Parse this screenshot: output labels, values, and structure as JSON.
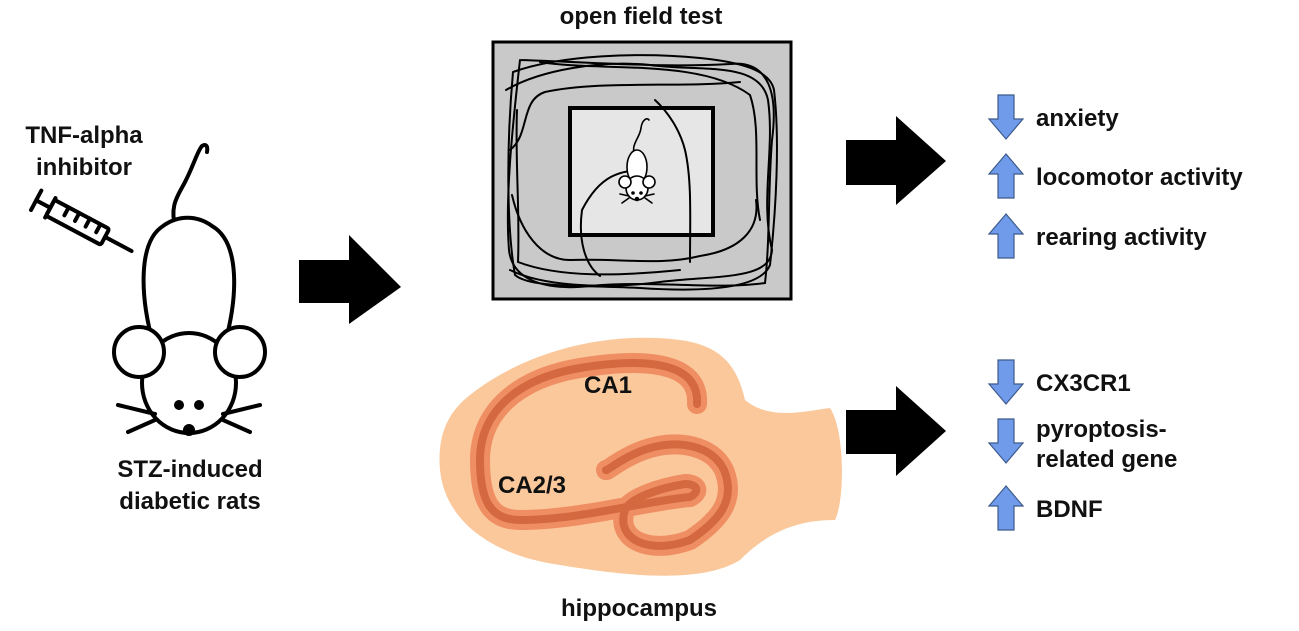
{
  "labels": {
    "treatment_line1": "TNF-alpha",
    "treatment_line2": "inhibitor",
    "model_line1": "STZ-induced",
    "model_line2": "diabetic rats",
    "open_field_title": "open field test",
    "hippocampus_title": "hippocampus",
    "region_ca1": "CA1",
    "region_ca23": "CA2/3"
  },
  "behavior_outcomes": [
    {
      "label": "anxiety",
      "direction": "down"
    },
    {
      "label": "locomotor activity",
      "direction": "up"
    },
    {
      "label": "rearing activity",
      "direction": "up"
    }
  ],
  "molecular_outcomes": [
    {
      "label": "CX3CR1",
      "direction": "down"
    },
    {
      "label_line1": "pyroptosis-",
      "label_line2": "related gene",
      "direction": "down"
    },
    {
      "label": "BDNF",
      "direction": "up"
    }
  ],
  "colors": {
    "arrow_blue": "#6f9bea",
    "arrow_black": "#000000",
    "field_outer": "#c9c9c9",
    "field_inner": "#e6e6e6",
    "hippo_fill": "#fac89b",
    "hippo_band": "#f08e63",
    "hippo_core": "#d4683f"
  }
}
